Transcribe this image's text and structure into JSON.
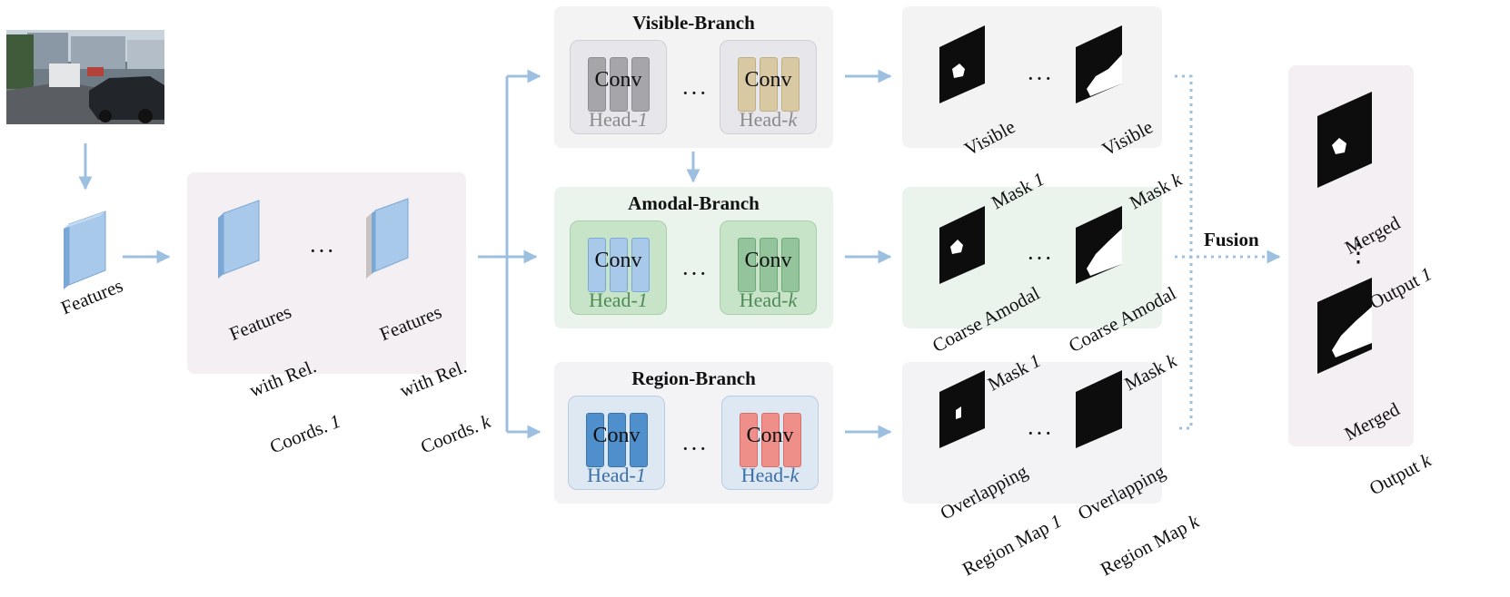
{
  "features": {
    "label": "Features"
  },
  "rel_coords": {
    "item1": {
      "l1": "Features",
      "l2": "with Rel.",
      "l3": "Coords.",
      "idx": "1"
    },
    "itemk": {
      "l1": "Features",
      "l2": "with Rel.",
      "l3": "Coords.",
      "idx": "k"
    },
    "dots": "···"
  },
  "branches": {
    "visible": {
      "title": "Visible-Branch",
      "conv": "Conv",
      "head1": "Head-",
      "headk": "Head-",
      "idx1": "1",
      "idxk": "k",
      "dots": "···"
    },
    "amodal": {
      "title": "Amodal-Branch",
      "conv": "Conv",
      "head1": "Head-",
      "headk": "Head-",
      "idx1": "1",
      "idxk": "k",
      "dots": "···"
    },
    "region": {
      "title": "Region-Branch",
      "conv": "Conv",
      "head1": "Head-",
      "headk": "Head-",
      "idx1": "1",
      "idxk": "k",
      "dots": "···"
    }
  },
  "outputs": {
    "visible": {
      "m1a": "Visible",
      "m1b": "Mask",
      "i1": "1",
      "mka": "Visible",
      "mkb": "Mask",
      "ik": "k",
      "dots": "···"
    },
    "amodal": {
      "m1a": "Coarse Amodal",
      "m1b": "Mask",
      "i1": "1",
      "mka": "Coarse Amodal",
      "mkb": "Mask",
      "ik": "k",
      "dots": "···"
    },
    "region": {
      "m1a": "Overlapping",
      "m1b": "Region Map",
      "i1": "1",
      "mka": "Overlapping",
      "mkb": "Region Map",
      "ik": "k",
      "dots": "···"
    }
  },
  "fusion": {
    "label": "Fusion"
  },
  "merged": {
    "o1a": "Merged",
    "o1b": "Output",
    "i1": "1",
    "oka": "Merged",
    "okb": "Output",
    "ik": "k",
    "dots": "⋮"
  },
  "colors": {
    "arrow": "#9dbfe0",
    "visible_panel": "#f3f3f3",
    "amodal_panel": "#eaf4ec",
    "region_panel": "#f3f3f5",
    "coords_panel": "#f4eff2",
    "merged_panel": "#f4eff2"
  }
}
